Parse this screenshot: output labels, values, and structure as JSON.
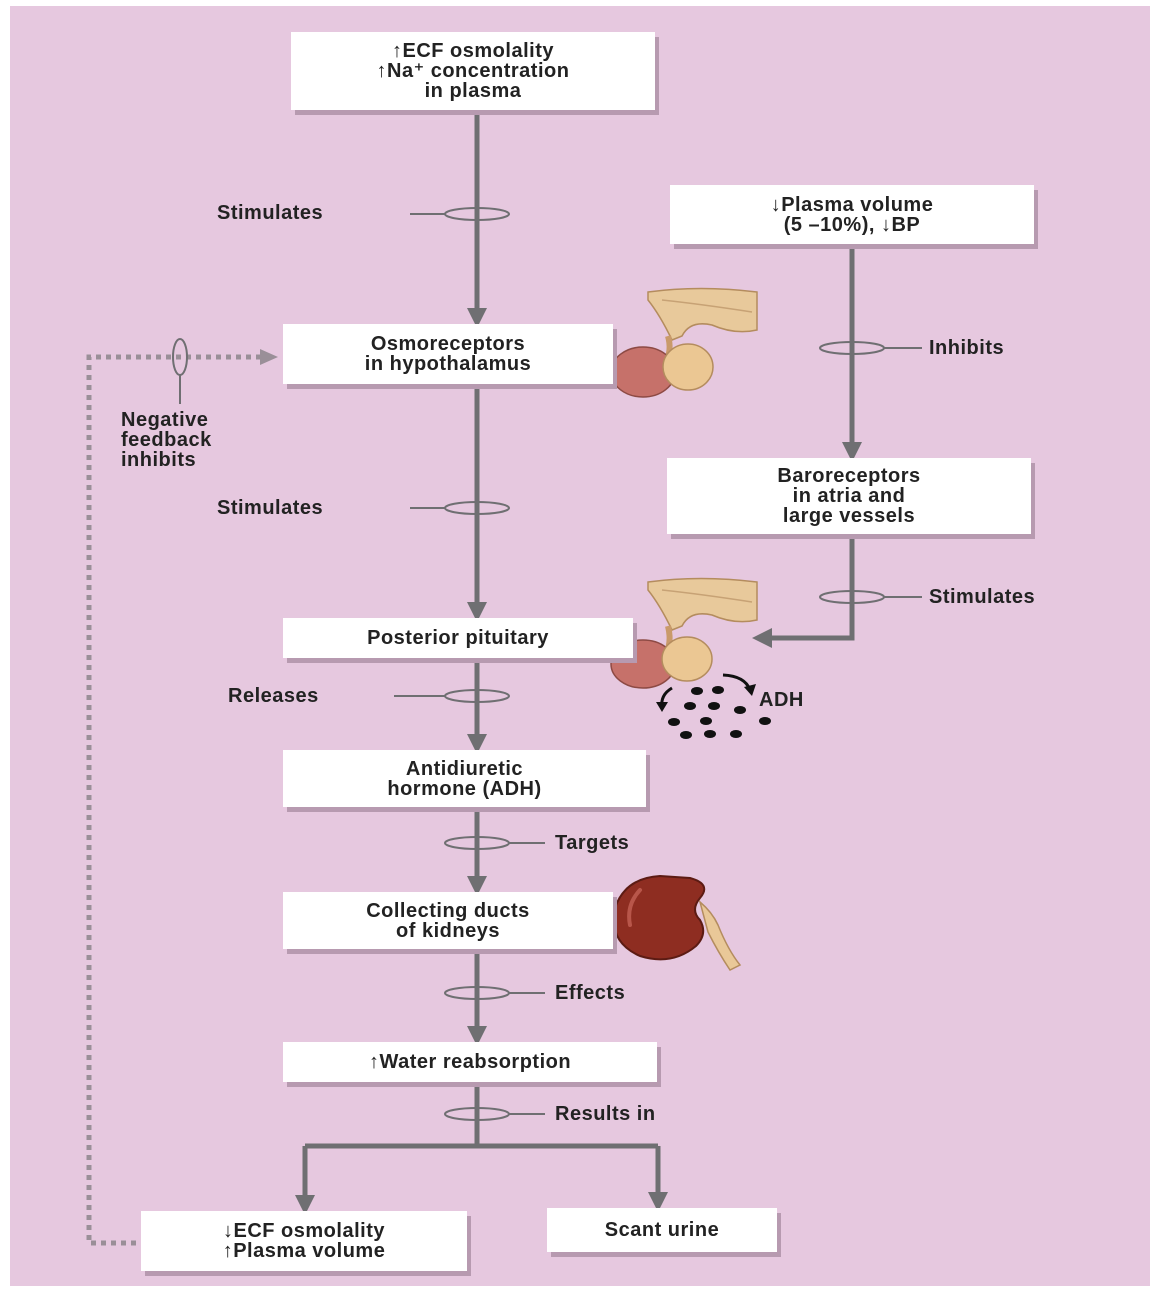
{
  "nodes": {
    "ecf_high": {
      "line1": "↑ECF osmolality",
      "line2": "↑Na⁺ concentration",
      "line3": "in plasma"
    },
    "plasma_volume": {
      "line1": "↓Plasma volume",
      "line2": "(5 –10%), ↓BP"
    },
    "osmoreceptors": {
      "line1": "Osmoreceptors",
      "line2": "in hypothalamus"
    },
    "baroreceptors": {
      "line1": "Baroreceptors",
      "line2": "in atria and",
      "line3": "large vessels"
    },
    "posterior_pituitary": {
      "line1": "Posterior pituitary"
    },
    "adh": {
      "line1": "Antidiuretic",
      "line2": "hormone (ADH)"
    },
    "collecting_ducts": {
      "line1": "Collecting ducts",
      "line2": "of kidneys"
    },
    "water_reabsorption": {
      "line1": "↑Water reabsorption"
    },
    "ecf_low": {
      "line1": "↓ECF osmolality",
      "line2": "↑Plasma volume"
    },
    "scant_urine": {
      "line1": "Scant urine"
    }
  },
  "labels": {
    "stimulates_1": "Stimulates",
    "inhibits": "Inhibits",
    "negative_feedback": {
      "line1": "Negative",
      "line2": "feedback",
      "line3": "inhibits"
    },
    "stimulates_2": "Stimulates",
    "stimulates_3": "Stimulates",
    "releases": "Releases",
    "adh_release": "ADH",
    "targets": "Targets",
    "effects": "Effects",
    "results_in": "Results in"
  },
  "colors": {
    "background": "#e6c8df",
    "connector": "#6f6f72",
    "box": "#ffffff",
    "kidney": "#8e2d21",
    "gland": "#d9906f"
  }
}
